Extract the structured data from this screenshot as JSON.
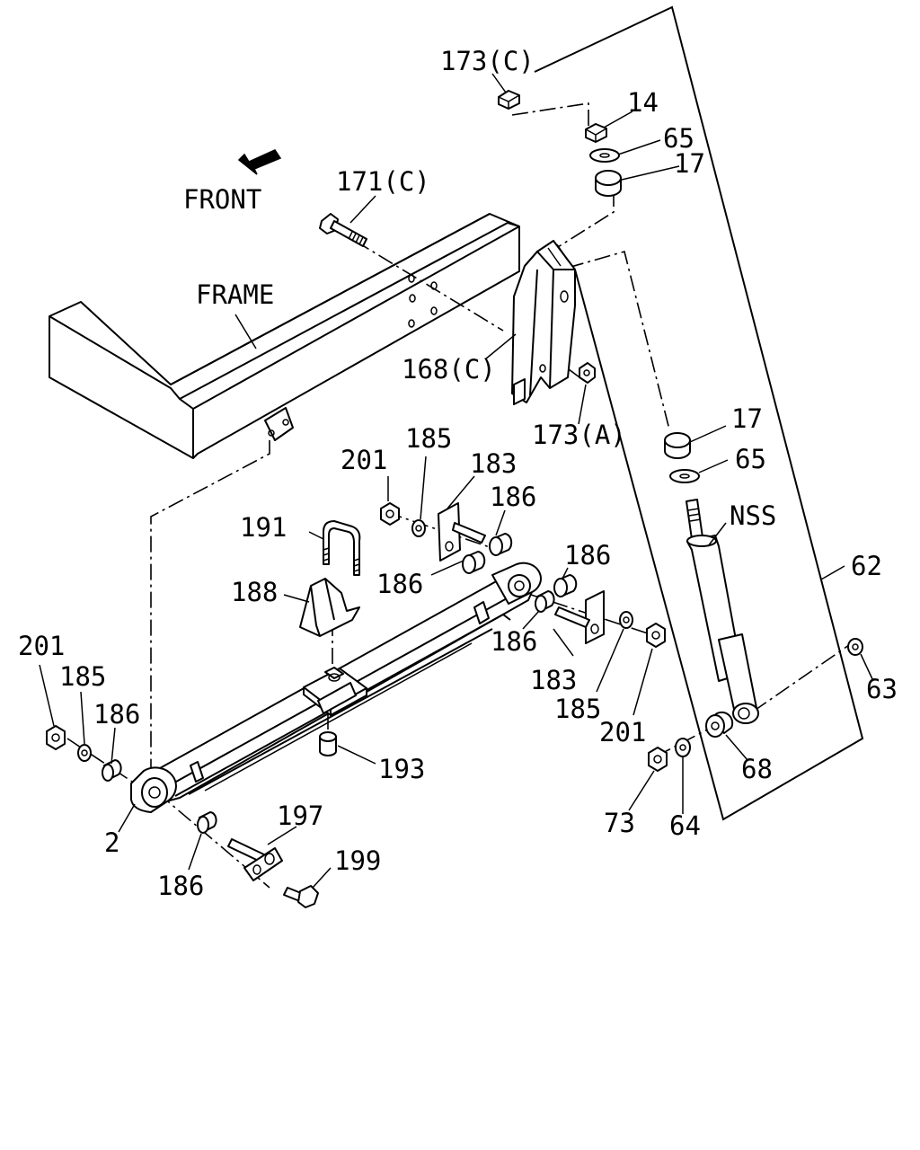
{
  "front_label": "FRONT",
  "frame_label": "FRAME",
  "part_labels": [
    {
      "id": "p173c",
      "text": "173(C)"
    },
    {
      "id": "p14",
      "text": "14"
    },
    {
      "id": "p65a",
      "text": "65"
    },
    {
      "id": "p17a",
      "text": "17"
    },
    {
      "id": "p171c",
      "text": "171(C)"
    },
    {
      "id": "p168c",
      "text": "168(C)"
    },
    {
      "id": "p173a",
      "text": "173(A)"
    },
    {
      "id": "p17b",
      "text": "17"
    },
    {
      "id": "p65b",
      "text": "65"
    },
    {
      "id": "pnss",
      "text": "NSS"
    },
    {
      "id": "p62",
      "text": "62"
    },
    {
      "id": "p63",
      "text": "63"
    },
    {
      "id": "p68",
      "text": "68"
    },
    {
      "id": "p64",
      "text": "64"
    },
    {
      "id": "p73",
      "text": "73"
    },
    {
      "id": "p201a",
      "text": "201"
    },
    {
      "id": "p185a",
      "text": "185"
    },
    {
      "id": "p183a",
      "text": "183"
    },
    {
      "id": "p186a",
      "text": "186"
    },
    {
      "id": "p191",
      "text": "191"
    },
    {
      "id": "p188",
      "text": "188"
    },
    {
      "id": "p186b",
      "text": "186"
    },
    {
      "id": "p186c",
      "text": "186"
    },
    {
      "id": "p186d",
      "text": "186"
    },
    {
      "id": "p183b",
      "text": "183"
    },
    {
      "id": "p185b",
      "text": "185"
    },
    {
      "id": "p201b",
      "text": "201"
    },
    {
      "id": "p201c",
      "text": "201"
    },
    {
      "id": "p185c",
      "text": "185"
    },
    {
      "id": "p186e",
      "text": "186"
    },
    {
      "id": "p193",
      "text": "193"
    },
    {
      "id": "p2",
      "text": "2"
    },
    {
      "id": "p197",
      "text": "197"
    },
    {
      "id": "p199",
      "text": "199"
    },
    {
      "id": "p186f",
      "text": "186"
    }
  ]
}
